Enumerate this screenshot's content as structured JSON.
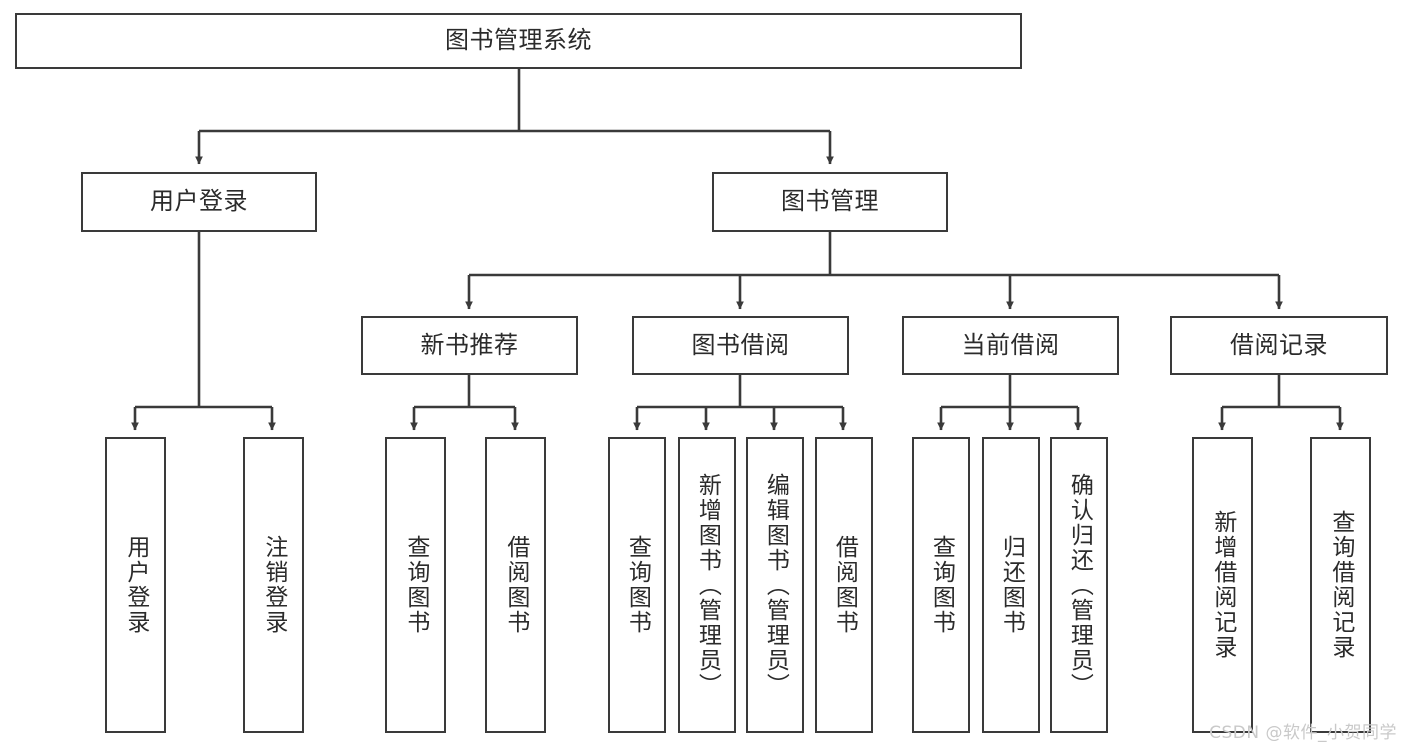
{
  "diagram": {
    "title": "图书管理系统",
    "watermark": "CSDN @软件_小贺同学",
    "nodes": {
      "root": "图书管理系统",
      "user_login": "用户登录",
      "book_manage": "图书管理",
      "new_book_rec": "新书推荐",
      "book_borrow": "图书借阅",
      "current_borrow": "当前借阅",
      "borrow_record": "借阅记录",
      "leaf_user_login": "用户登录",
      "leaf_logout": "注销登录",
      "leaf_query_book_1": "查询图书",
      "leaf_borrow_book_1": "借阅图书",
      "leaf_query_book_2": "查询图书",
      "leaf_add_book_admin": "新增图书（管理员）",
      "leaf_edit_book_admin": "编辑图书（管理员）",
      "leaf_borrow_book_2": "借阅图书",
      "leaf_query_book_3": "查询图书",
      "leaf_return_book": "归还图书",
      "leaf_confirm_return_admin": "确认归还（管理员）",
      "leaf_add_borrow_record": "新增借阅记录",
      "leaf_query_borrow_record": "查询借阅记录"
    },
    "colors": {
      "stroke": "#3a3a3a",
      "text": "#2b2b2b",
      "background": "#ffffff",
      "watermark": "#c9c9c9"
    }
  }
}
